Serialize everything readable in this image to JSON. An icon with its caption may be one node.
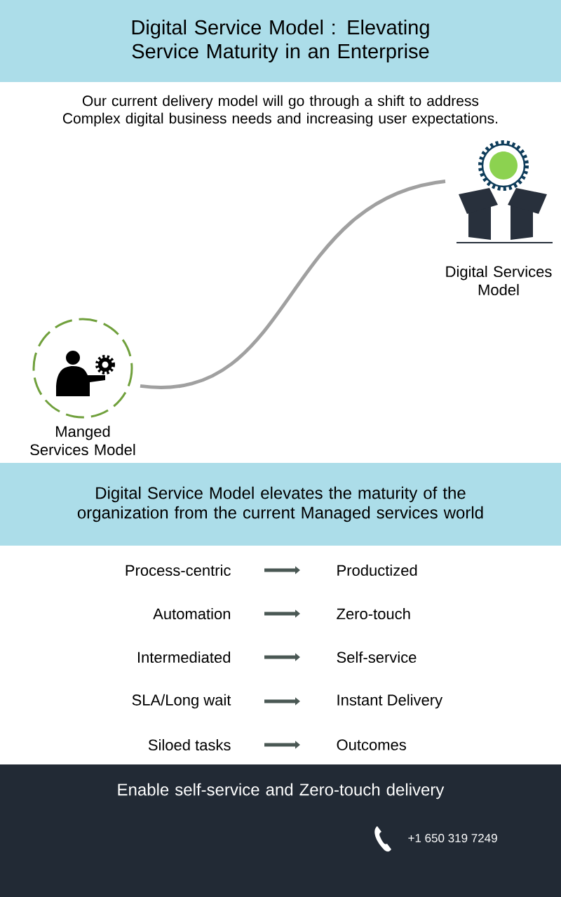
{
  "diagram": {
    "title": "Digital Service Model : Elevating Service Maturity in an Enterprise",
    "nodes": [
      {
        "text": [
          "Manged Services Model"
        ]
      },
      {
        "text": [
          "Digital Services Model"
        ]
      },
      {
        "text": [
          "Process-centric"
        ]
      },
      {
        "text": [
          "Productized"
        ]
      },
      {
        "text": [
          "Automation"
        ]
      },
      {
        "text": [
          "Zero-touch"
        ]
      },
      {
        "text": [
          "Intermediated"
        ]
      },
      {
        "text": [
          "Self-service"
        ]
      },
      {
        "text": [
          "SLA/Long wait"
        ]
      },
      {
        "text": [
          "Instant Delivery"
        ]
      },
      {
        "text": [
          "Siloed tasks"
        ]
      },
      {
        "text": [
          "Outcomes"
        ]
      }
    ],
    "edges": [
      {
        "from": 0,
        "to": 1,
        "arrow": "none",
        "color": "#a0a0a0"
      },
      {
        "from": 2,
        "to": 3,
        "arrow": "to"
      },
      {
        "from": 4,
        "to": 5,
        "arrow": "to"
      },
      {
        "from": 6,
        "to": 7,
        "arrow": "to"
      },
      {
        "from": 8,
        "to": 9,
        "arrow": "to"
      },
      {
        "from": 10,
        "to": 11,
        "arrow": "to"
      }
    ],
    "labels": [
      "Our current delivery model will go through a shift to address Complex digital business needs and increasing user expectations.",
      "Digital Service Model elevates the maturity of the organization from the current Managed services world",
      "Enable self-service and Zero-touch delivery",
      "+1 650 319 7249"
    ]
  }
}
